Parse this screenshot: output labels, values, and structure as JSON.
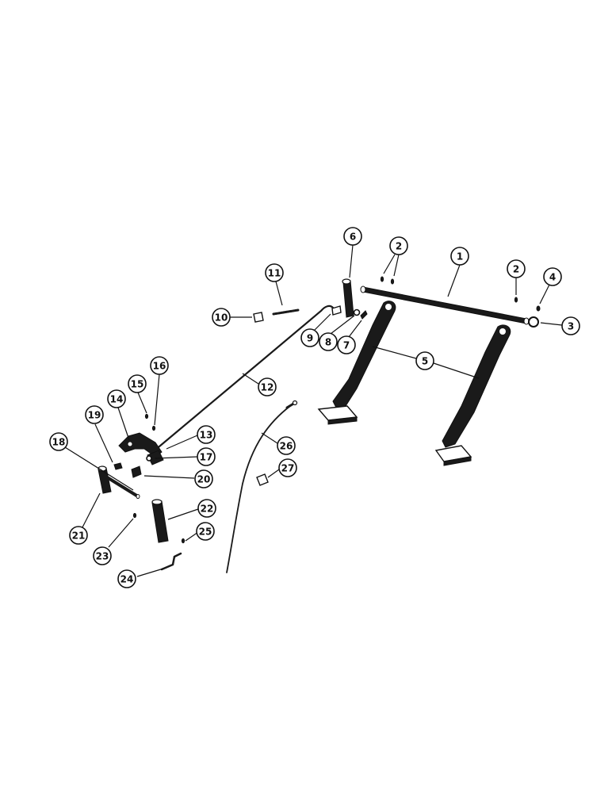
{
  "diagram": {
    "type": "exploded-parts-view",
    "callouts": [
      {
        "id": "callout-1",
        "label": "1"
      },
      {
        "id": "callout-2a",
        "label": "2"
      },
      {
        "id": "callout-2b",
        "label": "2"
      },
      {
        "id": "callout-3",
        "label": "3"
      },
      {
        "id": "callout-4",
        "label": "4"
      },
      {
        "id": "callout-5",
        "label": "5"
      },
      {
        "id": "callout-6",
        "label": "6"
      },
      {
        "id": "callout-7",
        "label": "7"
      },
      {
        "id": "callout-8",
        "label": "8"
      },
      {
        "id": "callout-9",
        "label": "9"
      },
      {
        "id": "callout-10",
        "label": "10"
      },
      {
        "id": "callout-11",
        "label": "11"
      },
      {
        "id": "callout-12",
        "label": "12"
      },
      {
        "id": "callout-13",
        "label": "13"
      },
      {
        "id": "callout-14",
        "label": "14"
      },
      {
        "id": "callout-15",
        "label": "15"
      },
      {
        "id": "callout-16",
        "label": "16"
      },
      {
        "id": "callout-17",
        "label": "17"
      },
      {
        "id": "callout-18",
        "label": "18"
      },
      {
        "id": "callout-19",
        "label": "19"
      },
      {
        "id": "callout-20",
        "label": "20"
      },
      {
        "id": "callout-21",
        "label": "21"
      },
      {
        "id": "callout-22",
        "label": "22"
      },
      {
        "id": "callout-23",
        "label": "23"
      },
      {
        "id": "callout-24",
        "label": "24"
      },
      {
        "id": "callout-25",
        "label": "25"
      },
      {
        "id": "callout-26",
        "label": "26"
      },
      {
        "id": "callout-27",
        "label": "27"
      }
    ]
  }
}
